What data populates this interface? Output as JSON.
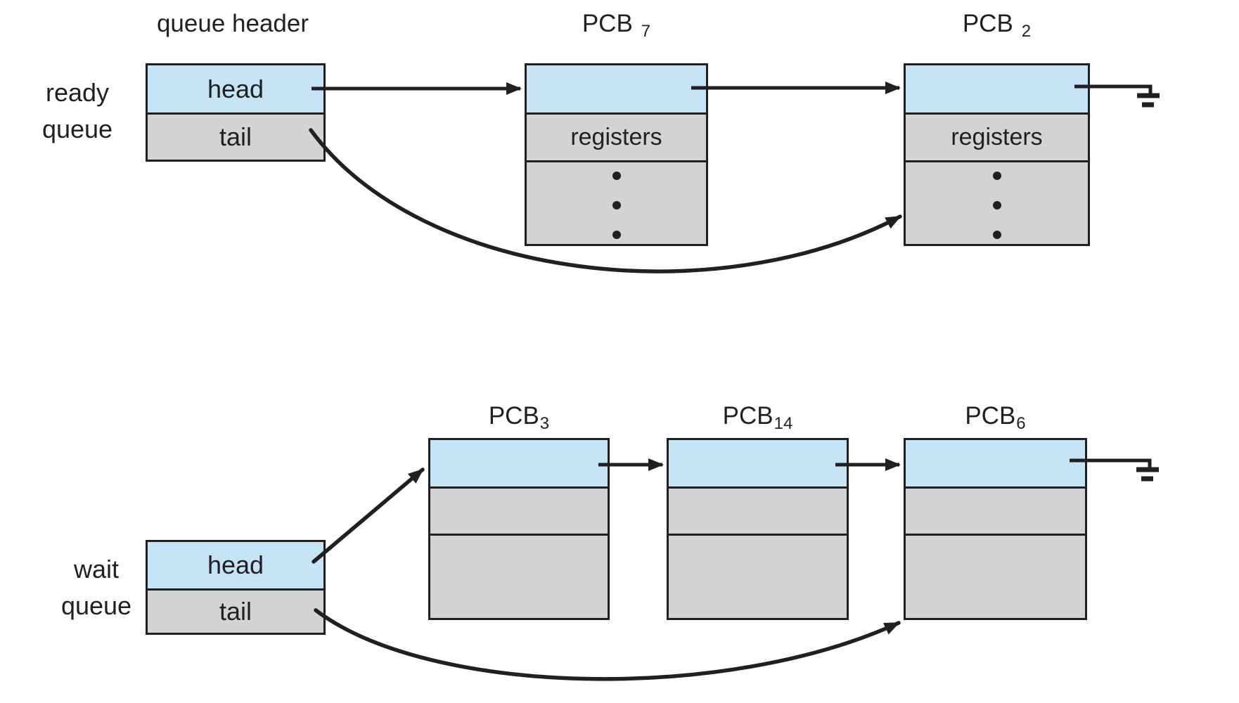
{
  "colors": {
    "link_fill": "#c5e5f7",
    "body_fill": "#d2d3d4",
    "line": "#231f20",
    "bg": "#ffffff"
  },
  "ready": {
    "caption": "queue header",
    "side_label": [
      "ready",
      "queue"
    ],
    "head": "head",
    "tail": "tail",
    "pcb7": {
      "base": "PCB",
      "sub": "7",
      "registers": "registers"
    },
    "pcb2": {
      "base": "PCB",
      "sub": "2",
      "registers": "registers"
    }
  },
  "wait": {
    "side_label": [
      "wait",
      "queue"
    ],
    "head": "head",
    "tail": "tail",
    "pcb3": {
      "base": "PCB",
      "sub": "3"
    },
    "pcb14": {
      "base": "PCB",
      "sub": "14"
    },
    "pcb6": {
      "base": "PCB",
      "sub": "6"
    }
  }
}
